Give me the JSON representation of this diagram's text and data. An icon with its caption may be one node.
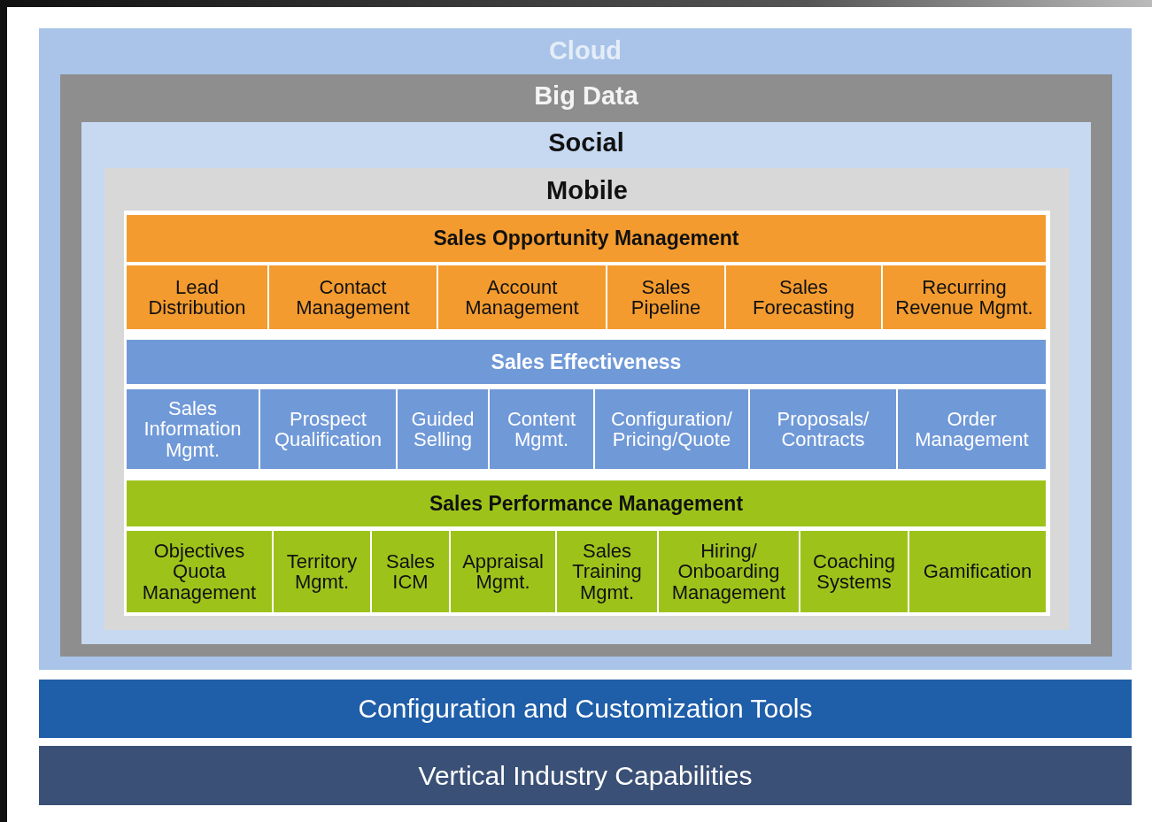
{
  "diagram": {
    "nodes": [
      {
        "text": [
          "Cloud"
        ]
      },
      {
        "text": [
          "Big Data"
        ],
        "in": 0
      },
      {
        "text": [
          "Social"
        ],
        "in": 1
      },
      {
        "text": [
          "Mobile"
        ],
        "in": 2
      },
      {
        "text": [
          "Sales Opportunity Management"
        ],
        "in": 3
      },
      {
        "text": [
          "Lead Distribution"
        ],
        "in": 3
      },
      {
        "text": [
          "Contact Management"
        ],
        "in": 3
      },
      {
        "text": [
          "Account Management"
        ],
        "in": 3
      },
      {
        "text": [
          "Sales Pipeline"
        ],
        "in": 3
      },
      {
        "text": [
          "Sales Forecasting"
        ],
        "in": 3
      },
      {
        "text": [
          "Recurring Revenue Mgmt."
        ],
        "in": 3
      },
      {
        "text": [
          "Sales Effectiveness"
        ],
        "in": 3
      },
      {
        "text": [
          "Sales Information Mgmt."
        ],
        "in": 3
      },
      {
        "text": [
          "Prospect Qualification"
        ],
        "in": 3
      },
      {
        "text": [
          "Guided Selling"
        ],
        "in": 3
      },
      {
        "text": [
          "Content Mgmt."
        ],
        "in": 3
      },
      {
        "text": [
          "Configuration/ Pricing/Quote"
        ],
        "in": 3
      },
      {
        "text": [
          "Proposals/ Contracts"
        ],
        "in": 3
      },
      {
        "text": [
          "Order Management"
        ],
        "in": 3
      },
      {
        "text": [
          "Sales Performance Management"
        ],
        "in": 3
      },
      {
        "text": [
          "Objectives Quota Management"
        ],
        "in": 3
      },
      {
        "text": [
          "Territory Mgmt."
        ],
        "in": 3
      },
      {
        "text": [
          "Sales ICM"
        ],
        "in": 3
      },
      {
        "text": [
          "Appraisal Mgmt."
        ],
        "in": 3
      },
      {
        "text": [
          "Sales Training Mgmt."
        ],
        "in": 3
      },
      {
        "text": [
          "Hiring/ Onboarding Management"
        ],
        "in": 3
      },
      {
        "text": [
          "Coaching Systems"
        ],
        "in": 3
      },
      {
        "text": [
          "Gamification"
        ],
        "in": 3
      },
      {
        "text": [
          "Configuration and Customization Tools"
        ]
      },
      {
        "text": [
          "Vertical Industry Capabilities"
        ]
      }
    ]
  }
}
